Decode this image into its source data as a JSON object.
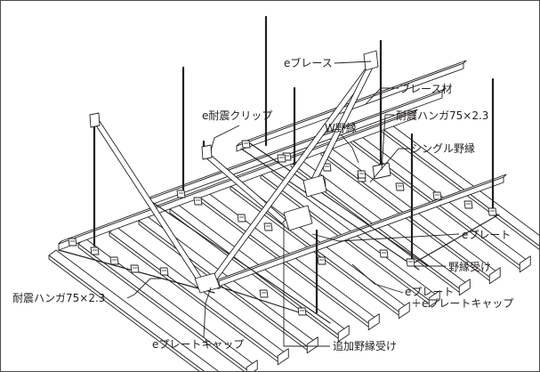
{
  "labels": {
    "e_brace": "eブレース",
    "brace_member": "ブレース材",
    "e_seismic_clip": "e耐震クリップ",
    "w_furring": "W野縁",
    "seismic_hanger_top": "耐震ハンガ75×2.3",
    "single_furring": "シングル野縁",
    "e_plate": "eプレート",
    "furring_support": "野縁受け",
    "e_plate_with_cap_1": "eプレート",
    "e_plate_with_cap_2": "＋eプレートキャップ",
    "seismic_hanger_left": "耐震ハンガ75×2.3",
    "e_plate_cap": "eプレートキャップ",
    "additional_furring_support": "追加野縁受け"
  },
  "colors": {
    "line": "#231f20",
    "fill": "#ffffff",
    "frame": "#4a4a4a"
  }
}
